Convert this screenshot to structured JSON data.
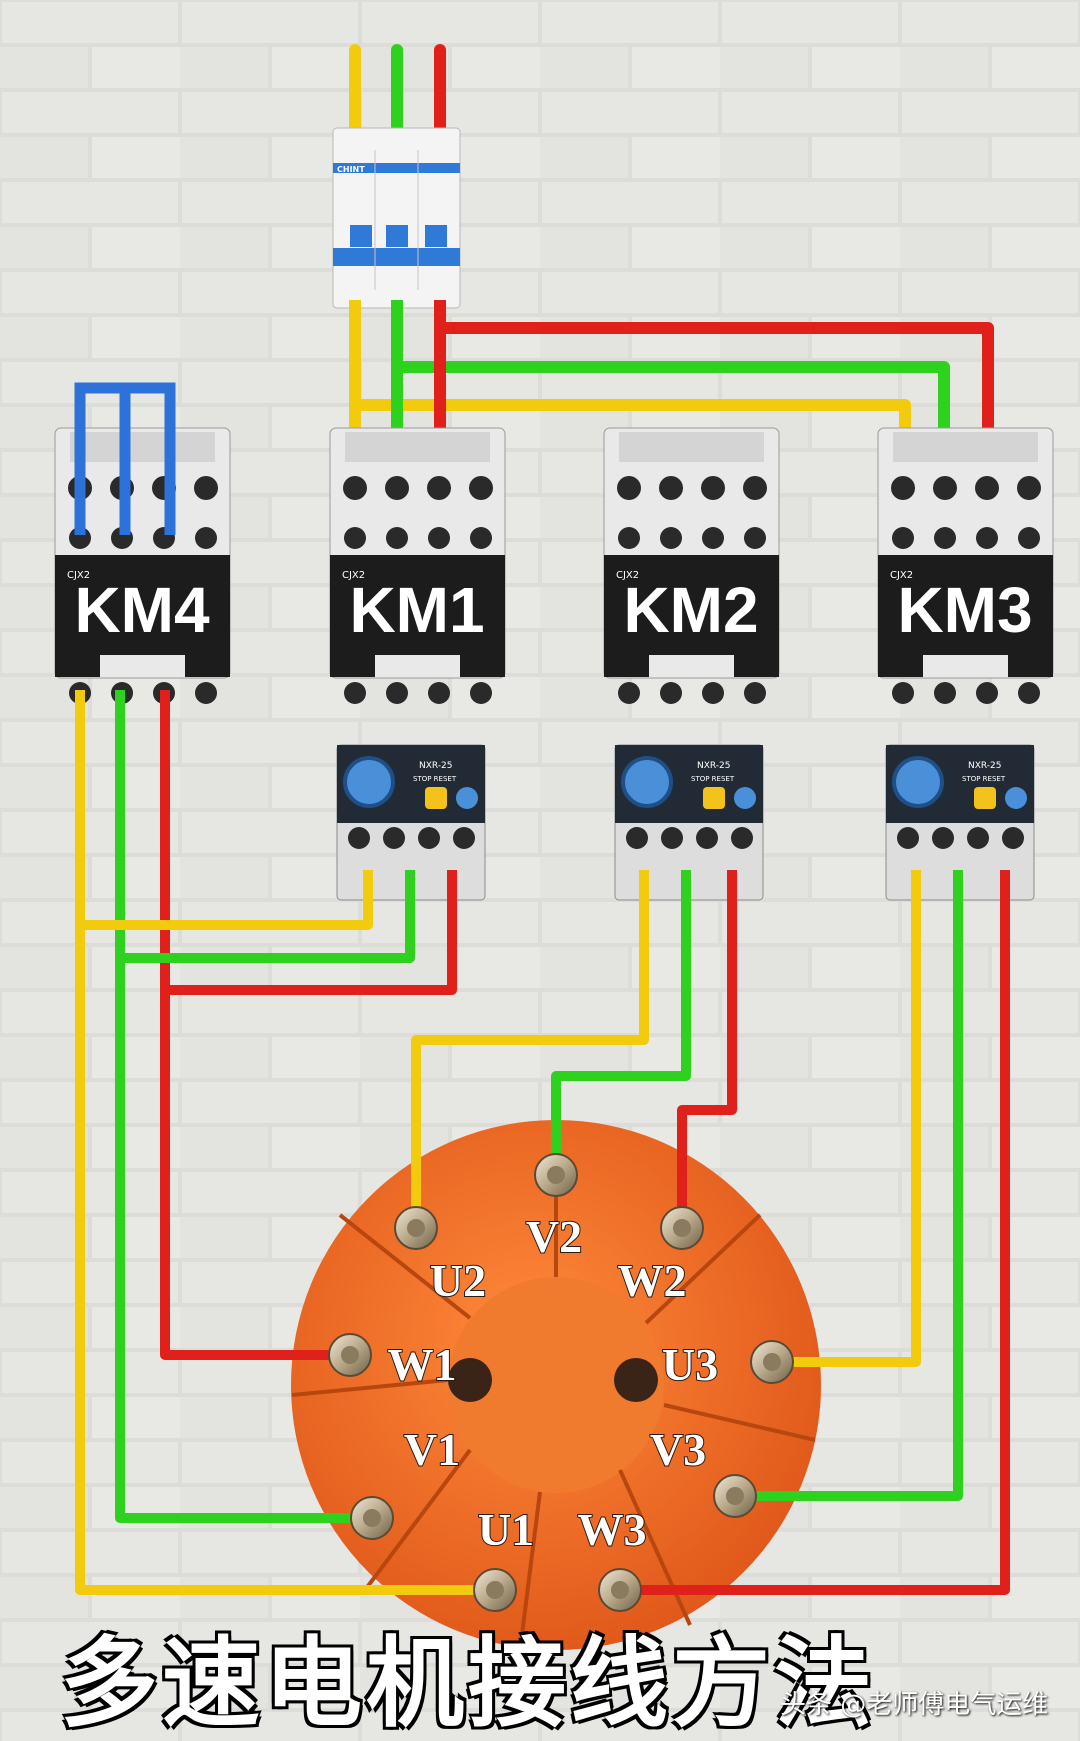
{
  "breaker": {
    "brand": "CHINT"
  },
  "contactors": [
    {
      "id": "km4",
      "label": "KM4",
      "model": "CJX2"
    },
    {
      "id": "km1",
      "label": "KM1",
      "model": "CJX2"
    },
    {
      "id": "km2",
      "label": "KM2",
      "model": "CJX2"
    },
    {
      "id": "km3",
      "label": "KM3",
      "model": "CJX2"
    }
  ],
  "overload_relay": {
    "model": "NXR-25",
    "buttons": "STOP RESET"
  },
  "terminals": [
    "U2",
    "V2",
    "W2",
    "U3",
    "V3",
    "W3",
    "U1",
    "V1",
    "W1"
  ],
  "wire_colors": {
    "L1": "#f2cc0c",
    "L2": "#2ed11e",
    "L3": "#e0201a",
    "bridge": "#2d72d9"
  },
  "title": "多速电机接线方法",
  "watermark": "头条 @老师傅电气运维"
}
